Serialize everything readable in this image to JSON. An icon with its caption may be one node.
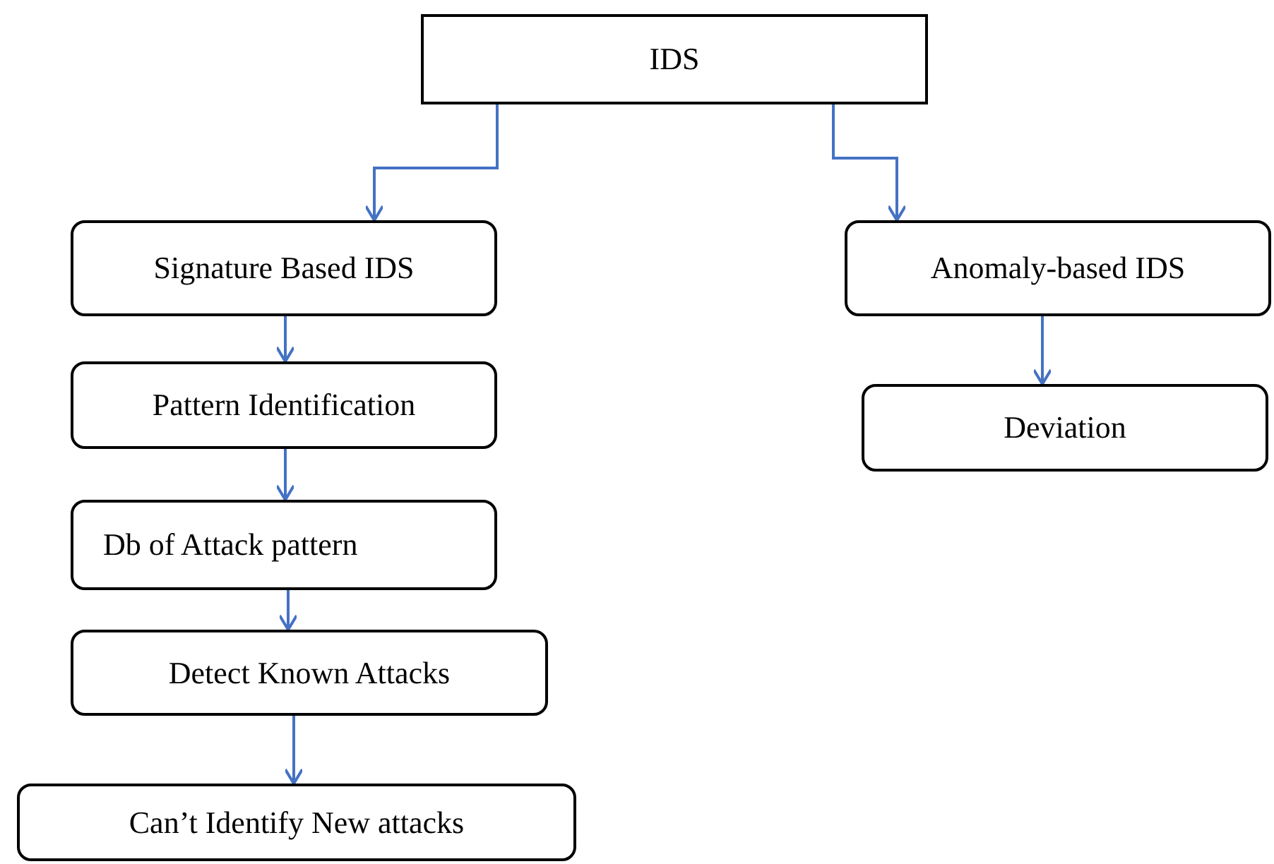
{
  "diagram": {
    "nodes": [
      {
        "text": [
          "IDS"
        ]
      },
      {
        "text": [
          "Signature Based IDS"
        ]
      },
      {
        "text": [
          "Pattern Identification"
        ]
      },
      {
        "text": [
          "Db of Attack pattern"
        ]
      },
      {
        "text": [
          "Detect Known Attacks"
        ]
      },
      {
        "text": [
          "Can’t Identify New attacks"
        ]
      },
      {
        "text": [
          "Anomaly-based IDS"
        ]
      },
      {
        "text": [
          "Deviation"
        ]
      }
    ],
    "edges": [
      {
        "from": 0,
        "to": 1,
        "arrow": "to"
      },
      {
        "from": 0,
        "to": 6,
        "arrow": "to"
      },
      {
        "from": 1,
        "to": 2,
        "arrow": "to"
      },
      {
        "from": 2,
        "to": 3,
        "arrow": "to"
      },
      {
        "from": 3,
        "to": 4,
        "arrow": "to"
      },
      {
        "from": 4,
        "to": 5,
        "arrow": "to"
      },
      {
        "from": 6,
        "to": 7,
        "arrow": "to"
      }
    ]
  }
}
